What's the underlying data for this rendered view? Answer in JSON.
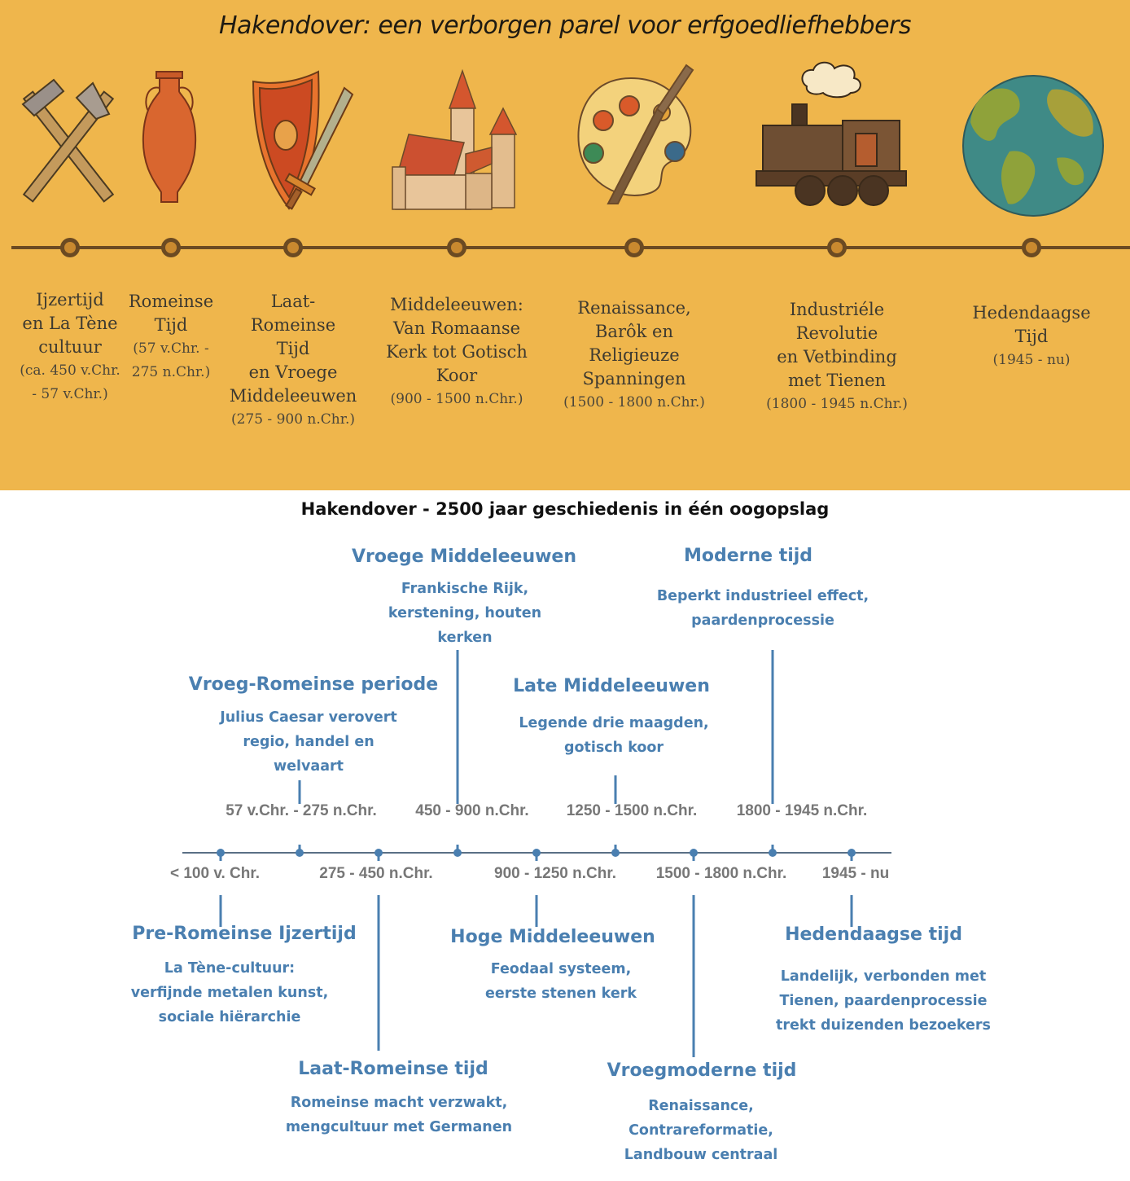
{
  "panel": {
    "title": "Hakendover: een verborgen parel voor erfgoedliefhebbers",
    "colors": {
      "background": "#efb64c",
      "line": "#6b4a22",
      "marker": "#c9892f"
    },
    "eras": [
      {
        "icon": "pickaxe-hammer-icon",
        "lines": [
          "Ijzertijd",
          "en La Tène",
          "cultuur"
        ],
        "dates": [
          "(ca. 450 v.Chr.",
          "- 57 v.Chr.)"
        ]
      },
      {
        "icon": "amphora-icon",
        "lines": [
          "Romeinse",
          "Tijd"
        ],
        "dates": [
          "(57 v.Chr. -",
          "275 n.Chr.)"
        ]
      },
      {
        "icon": "shield-sword-icon",
        "lines": [
          "Laat-",
          "Romeinse",
          "Tijd",
          "en Vroege",
          "Middeleeuwen"
        ],
        "dates": [
          "(275 - 900 n.Chr.)"
        ]
      },
      {
        "icon": "church-icon",
        "lines": [
          "Middeleeuwen:",
          "Van Romaanse",
          "Kerk tot Gotisch",
          "Koor"
        ],
        "dates": [
          "(900 - 1500 n.Chr.)"
        ]
      },
      {
        "icon": "paint-palette-icon",
        "lines": [
          "Renaissance,",
          "Barôk en",
          "Religieuze",
          "Spanningen"
        ],
        "dates": [
          "(1500 - 1800 n.Chr.)"
        ]
      },
      {
        "icon": "steam-locomotive-icon",
        "lines": [
          "Industriéle Revolutie",
          "en Vetbinding",
          "met Tienen"
        ],
        "dates": [
          "(1800 - 1945 n.Chr.)"
        ]
      },
      {
        "icon": "globe-icon",
        "lines": [
          "Hedendaagse",
          "Tijd"
        ],
        "dates": [
          "(1945 - nu)"
        ]
      }
    ]
  },
  "timeline": {
    "title": "Hakendover - 2500 jaar geschiedenis in één oogopslag",
    "colors": {
      "axis": "#4a7fb0",
      "text": "#4a7fb0",
      "range": "#777777"
    },
    "events": [
      {
        "range": "< 100 v. Chr.",
        "title": "Pre-Romeinse Ijzertijd",
        "desc": [
          "La Tène-cultuur:",
          "verfijnde metalen kunst,",
          "sociale hiërarchie"
        ]
      },
      {
        "range": "57 v.Chr. - 275 n.Chr.",
        "title": "Vroeg-Romeinse periode",
        "desc": [
          "Julius Caesar verovert",
          "regio, handel en",
          "welvaart"
        ]
      },
      {
        "range": "275 - 450 n.Chr.",
        "title": "Laat-Romeinse tijd",
        "desc": [
          "Romeinse macht verzwakt,",
          "mengcultuur met Germanen"
        ]
      },
      {
        "range": "450 - 900 n.Chr.",
        "title": "Vroege Middeleeuwen",
        "desc": [
          "Frankische Rijk,",
          "kerstening, houten",
          "kerken"
        ]
      },
      {
        "range": "900 - 1250 n.Chr.",
        "title": "Hoge Middeleeuwen",
        "desc": [
          "Feodaal systeem,",
          "eerste stenen kerk"
        ]
      },
      {
        "range": "1250 - 1500 n.Chr.",
        "title": "Late Middeleeuwen",
        "desc": [
          "Legende drie maagden,",
          "gotisch koor"
        ]
      },
      {
        "range": "1500 - 1800 n.Chr.",
        "title": "Vroegmoderne tijd",
        "desc": [
          "Renaissance,",
          "Contrareformatie,",
          "Landbouw centraal"
        ]
      },
      {
        "range": "1800 - 1945 n.Chr.",
        "title": "Moderne tijd",
        "desc": [
          "Beperkt industrieel effect,",
          "paardenprocessie"
        ]
      },
      {
        "range": "1945 - nu",
        "title": "Hedendaagse tijd",
        "desc": [
          "Landelijk, verbonden met",
          "Tienen, paardenprocessie",
          "trekt duizenden bezoekers"
        ]
      }
    ]
  }
}
